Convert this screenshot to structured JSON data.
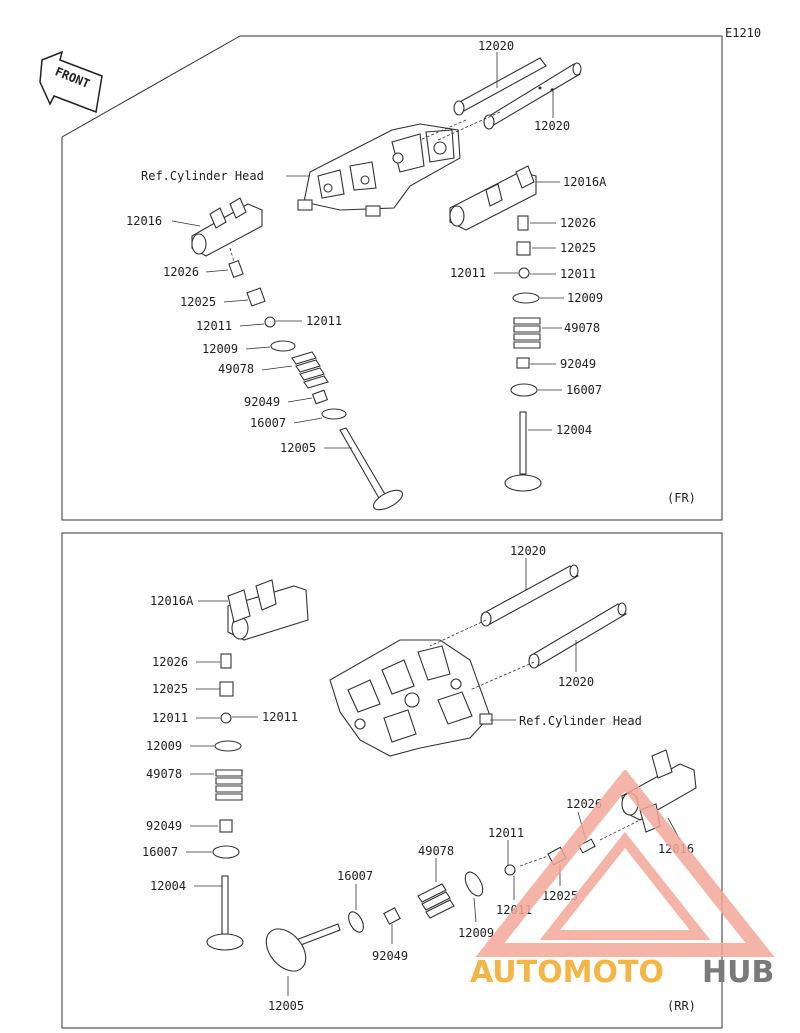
{
  "diagram_code": "E1210",
  "front_label": "FRONT",
  "front_panel": {
    "view_label": "(FR)",
    "ref_label": "Ref.Cylinder Head",
    "labels": {
      "p12020a": "12020",
      "p12020b": "12020",
      "p12016": "12016",
      "p12016A": "12016A",
      "l12026": "12026",
      "l12025": "12025",
      "l12011a": "12011",
      "l12011b": "12011",
      "l12009": "12009",
      "l49078": "49078",
      "l92049": "92049",
      "l16007": "16007",
      "l12005": "12005",
      "r12026": "12026",
      "r12025": "12025",
      "r12011a": "12011",
      "r12011b": "12011",
      "r12009": "12009",
      "r49078": "49078",
      "r92049": "92049",
      "r16007": "16007",
      "r12004": "12004"
    }
  },
  "rear_panel": {
    "view_label": "(RR)",
    "ref_label": "Ref.Cylinder Head",
    "labels": {
      "p12020a": "12020",
      "p12020b": "12020",
      "p12016A": "12016A",
      "l12026": "12026",
      "l12025": "12025",
      "l12011a": "12011",
      "l12011b": "12011",
      "l12009": "12009",
      "l49078": "49078",
      "l92049": "92049",
      "l16007": "16007",
      "l12004": "12004",
      "b16007": "16007",
      "b92049": "92049",
      "b49078": "49078",
      "b12009": "12009",
      "b12011a": "12011",
      "b12011b": "12011",
      "b12026": "12026",
      "b12025": "12025",
      "b12016": "12016",
      "b12005": "12005"
    }
  },
  "watermark": {
    "text_left": "AUTOMOTO",
    "text_right": "HUB",
    "colors": {
      "accent": "#f4a79a",
      "orange": "#f5b544",
      "gray": "#7a7a7a"
    }
  }
}
